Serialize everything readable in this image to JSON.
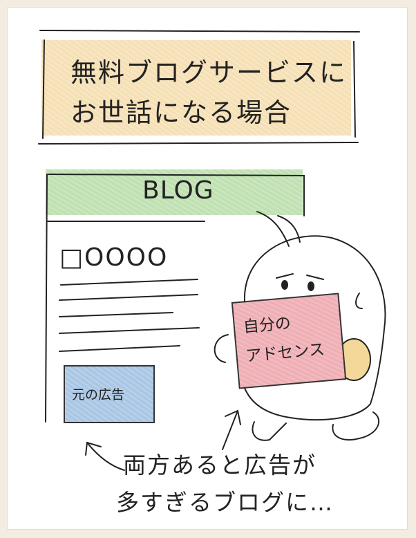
{
  "title": {
    "line1": "無料ブログサービスに",
    "line2": "お世話になる場合"
  },
  "blog": {
    "header_label": "BLOG",
    "post_title": "□OOOO",
    "ad_label": "元の広告"
  },
  "character_sign": {
    "line1": "自分の",
    "line2": "アドセンス"
  },
  "caption": {
    "line1": "両方あると広告が",
    "line2": "多すぎるブログに…"
  },
  "colors": {
    "title_highlight": "#f3d9a6",
    "blog_header": "#bfe0b2",
    "original_ad": "#a9c5e4",
    "own_adsense": "#eeaeb4",
    "hand_accent": "#f3d89a"
  }
}
